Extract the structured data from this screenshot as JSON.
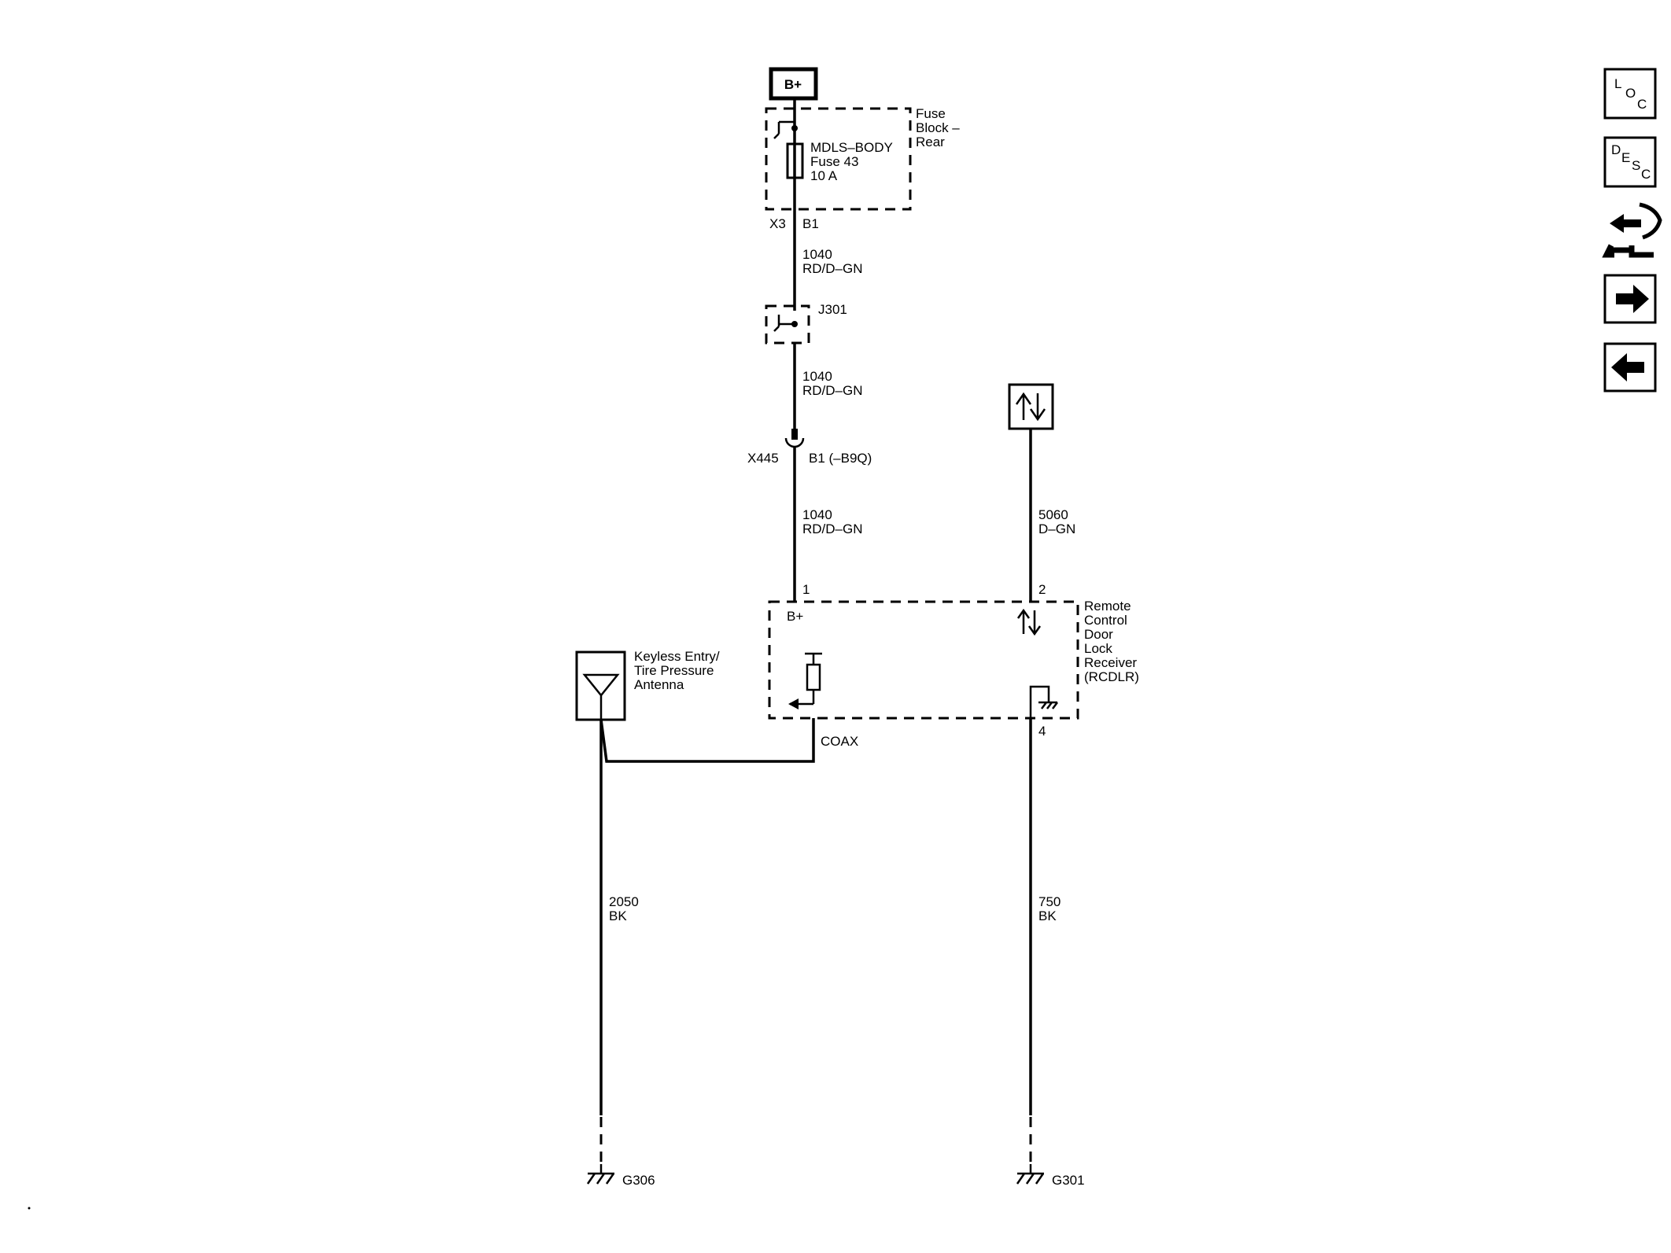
{
  "power": {
    "label": "B+"
  },
  "fuse_block": {
    "name_lines": [
      "Fuse",
      "Block –",
      "Rear"
    ],
    "fuse_lines": [
      "MDLS–BODY",
      "Fuse 43",
      "10 A"
    ],
    "conn_left": "X3",
    "conn_right": "B1"
  },
  "wire_1040_a": {
    "circuit": "1040",
    "color": "RD/D–GN"
  },
  "splice": {
    "label": "J301"
  },
  "wire_1040_b": {
    "circuit": "1040",
    "color": "RD/D–GN"
  },
  "inline_connector": {
    "left": "X445",
    "right": "B1 (–B9Q)"
  },
  "wire_1040_c": {
    "circuit": "1040",
    "color": "RD/D–GN"
  },
  "serial_data": {
    "circuit": "5060",
    "color": "D–GN"
  },
  "receiver": {
    "name_lines": [
      "Remote",
      "Control",
      "Door",
      "Lock",
      "Receiver",
      "(RCDLR)"
    ],
    "pin_1": "1",
    "pin_2": "2",
    "pin_4": "4",
    "b_plus": "B+"
  },
  "antenna": {
    "name_lines": [
      "Keyless Entry/",
      "Tire Pressure",
      "Antenna"
    ]
  },
  "coax": {
    "label": "COAX"
  },
  "ground_left": {
    "circuit": "2050",
    "color": "BK",
    "ground": "G306"
  },
  "ground_right": {
    "circuit": "750",
    "color": "BK",
    "ground": "G301"
  },
  "nav": {
    "loc": [
      "L",
      "O",
      "C"
    ],
    "desc": [
      "D",
      "E",
      "S",
      "C"
    ],
    "connector_end_view": "connector-end-view-icon",
    "next": "arrow-right-icon",
    "prev": "arrow-left-icon"
  }
}
